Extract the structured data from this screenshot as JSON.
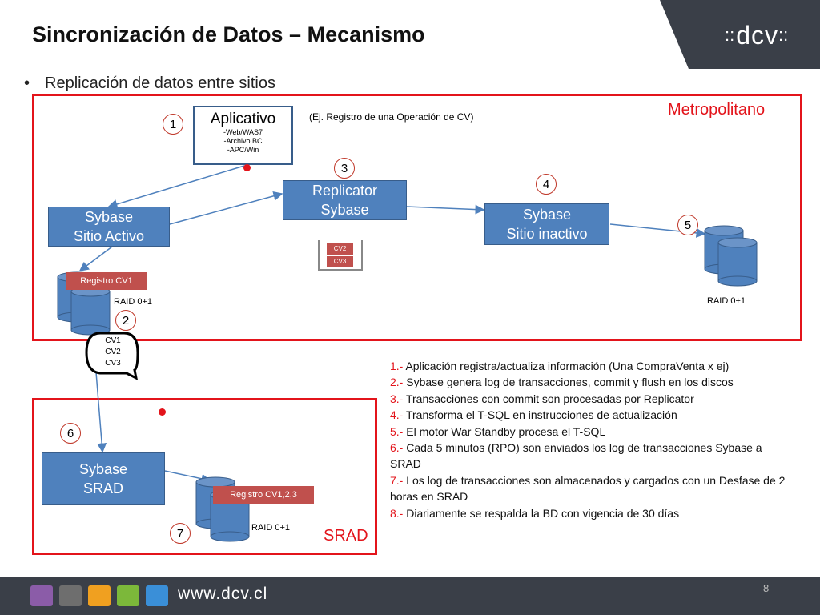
{
  "header": {
    "title": "Sincronización de Datos – Mecanismo",
    "subtitle": "Replicación de datos entre sitios",
    "bullet": "•",
    "logo_dots": "::",
    "logo_text": "dcv",
    "logo_suffix": "::"
  },
  "regions": {
    "metropolitano": "Metropolitano",
    "srad": "SRAD"
  },
  "aplicativo": {
    "title": "Aplicativo",
    "lines": [
      "-Web/WAS7",
      "-Archivo BC",
      "-APC/Win"
    ],
    "note": "(Ej. Registro de una Operación de CV)"
  },
  "nodes": {
    "sybase_activo": [
      "Sybase",
      "Sitio Activo"
    ],
    "replicator": [
      "Replicator",
      "Sybase"
    ],
    "sybase_inactivo": [
      "Sybase",
      "Sitio inactivo"
    ],
    "sybase_srad": [
      "Sybase",
      "SRAD"
    ]
  },
  "steps": [
    "1",
    "2",
    "3",
    "4",
    "5",
    "6",
    "7"
  ],
  "tags": {
    "registro_cv1": "Registro CV1",
    "registro_cv123": "Registro CV1,2,3"
  },
  "raid": "RAID 0+1",
  "queue": [
    "CV2",
    "CV3"
  ],
  "callout": [
    "CV1",
    "CV2",
    "CV3"
  ],
  "notes": [
    {
      "num": "1.-",
      "text": " Aplicación registra/actualiza información (Una CompraVenta x ej)"
    },
    {
      "num": "2.-",
      "text": " Sybase genera log de transacciones, commit y flush en los discos"
    },
    {
      "num": "3.-",
      "text": " Transacciones con commit son procesadas por Replicator"
    },
    {
      "num": "4.-",
      "text": " Transforma el T-SQL en instrucciones de actualización"
    },
    {
      "num": "5.-",
      "text": " El motor War Standby procesa el T-SQL"
    },
    {
      "num": "6.-",
      "text": " Cada 5 minutos (RPO) son enviados los log de transacciones Sybase a SRAD"
    },
    {
      "num": "7.-",
      "text": " Los log de transacciones son almacenados y cargados con un Desfase de 2 horas en SRAD"
    },
    {
      "num": "8.-",
      "text": " Diariamente se respalda la BD con vigencia de 30 días"
    }
  ],
  "footer": {
    "url": "www.dcv.cl",
    "page": "8",
    "badge_colors": [
      "#8b5ca8",
      "#6e6e6e",
      "#f0a020",
      "#7cb83a",
      "#3a8fd8"
    ]
  },
  "colors": {
    "accent_red": "#e3141b",
    "node_blue": "#4f81bd",
    "tag_red": "#c0504d",
    "dark": "#3a3f48"
  }
}
